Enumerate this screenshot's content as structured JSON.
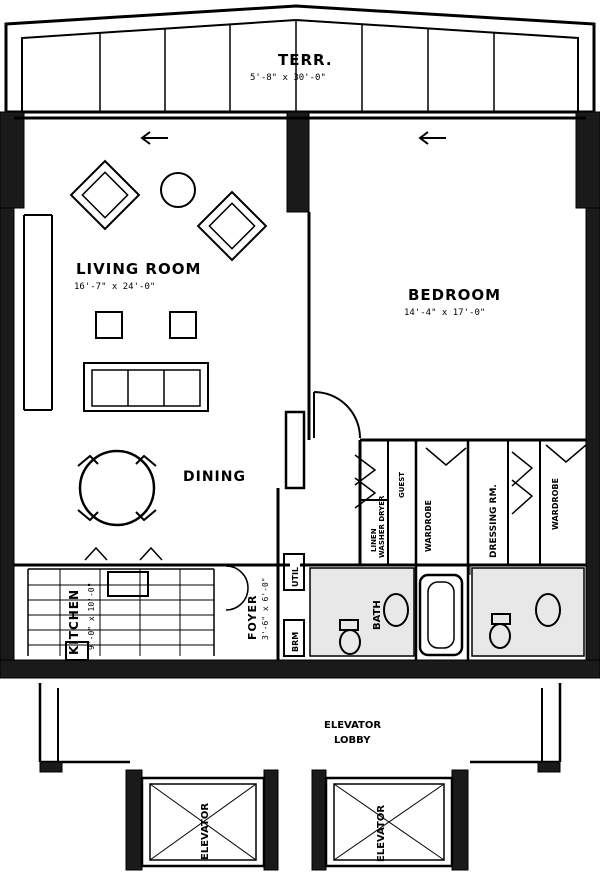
{
  "rooms": {
    "terrace": {
      "label": "TERR.",
      "dims": "5'-8\" x 30'-0\""
    },
    "living_room": {
      "label": "LIVING ROOM",
      "dims": "16'-7\"  x  24'-0\""
    },
    "bedroom": {
      "label": "BEDROOM",
      "dims": "14'-4\" x 17'-0\""
    },
    "dining": {
      "label": "DINING"
    },
    "kitchen": {
      "label": "KITCHEN",
      "dims": "9'-0\" x 10'-0\""
    },
    "foyer": {
      "label": "FOYER",
      "dims": "3'-6\" x 6'-0\""
    },
    "elevator_lobby": {
      "label": "ELEVATOR",
      "label2": "LOBBY"
    }
  },
  "closets": {
    "linen": "LINEN",
    "washer_dryer": "WASHER DRYER",
    "guest": "GUEST",
    "wardrobe_left": "WARDROBE",
    "dressing_room": "DRESSING RM.",
    "wardrobe_right": "WARDROBE",
    "util": "UTIL",
    "bath": "BATH",
    "brm": "BRM"
  },
  "elevators": [
    "ELEVATOR",
    "ELEVATOR"
  ],
  "icons": [
    "entry-arrow-icon",
    "entry-arrow-icon"
  ]
}
